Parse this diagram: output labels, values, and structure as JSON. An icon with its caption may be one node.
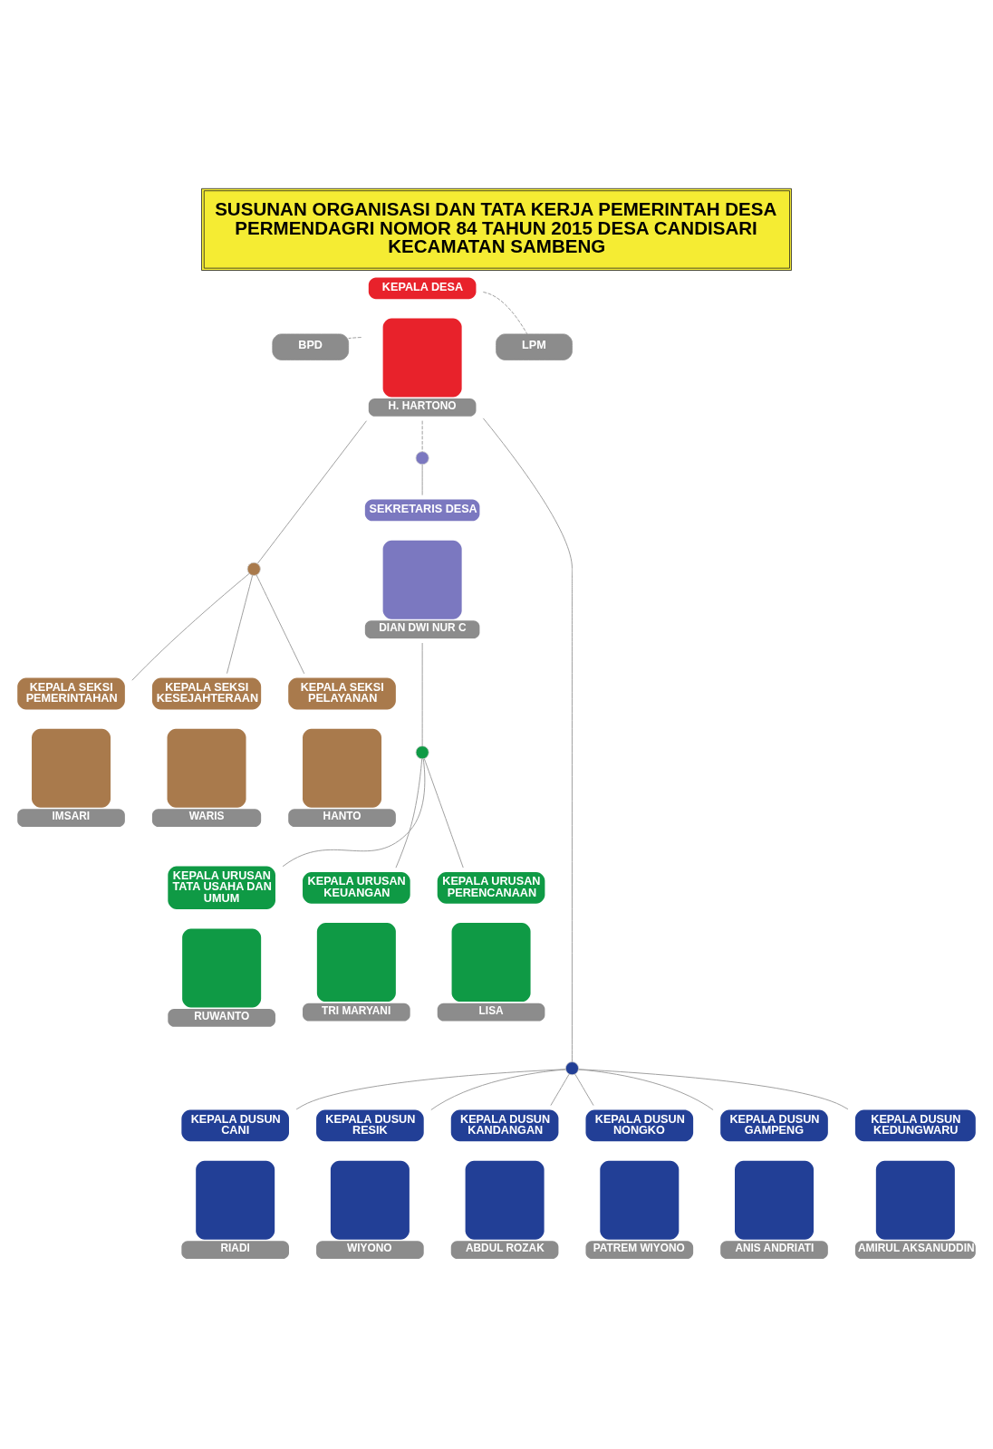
{
  "diagram": {
    "title": "SUSUNAN ORGANISASI DAN TATA KERJA PEMERINTAH DESA PERMENDAGRI NOMOR 84 TAHUN 2015 DESA CANDISARI KECAMATAN SAMBENG",
    "nodes": [
      {
        "text": [
          "BPD"
        ]
      },
      {
        "text": [
          "KEPALA DESA",
          "H. HARTONO"
        ]
      },
      {
        "text": [
          "LPM"
        ]
      },
      {
        "text": [],
        "shape": "circle"
      },
      {
        "text": [
          "SEKRETARIS DESA",
          "DIAN DWI NUR C"
        ]
      },
      {
        "text": [],
        "shape": "circle"
      },
      {
        "text": [
          "KEPALA SEKSI PEMERINTAHAN",
          "IMSARI"
        ]
      },
      {
        "text": [
          "KEPALA SEKSI KESEJAHTERAAN",
          "WARIS"
        ]
      },
      {
        "text": [
          "KEPALA SEKSI PELAYANAN",
          "HANTO"
        ]
      },
      {
        "text": [],
        "shape": "circle"
      },
      {
        "text": [
          "KEPALA URUSAN TATA USAHA DAN UMUM",
          "RUWANTO"
        ]
      },
      {
        "text": [
          "KEPALA URUSAN KEUANGAN",
          "TRI MARYANI"
        ]
      },
      {
        "text": [
          "KEPALA URUSAN PERENCANAAN",
          "LISA"
        ]
      },
      {
        "text": [],
        "shape": "circle"
      },
      {
        "text": [
          "KEPALA DUSUN CANI",
          "RIADI"
        ]
      },
      {
        "text": [
          "KEPALA DUSUN RESIK",
          "WIYONO"
        ]
      },
      {
        "text": [
          "KEPALA DUSUN KANDANGAN",
          "ABDUL ROZAK"
        ]
      },
      {
        "text": [
          "KEPALA DUSUN NONGKO",
          "PATREM WIYONO"
        ]
      },
      {
        "text": [
          "KEPALA DUSUN GAMPENG",
          "ANIS ANDRIATI"
        ]
      },
      {
        "text": [
          "KEPALA DUSUN KEDUNGWARU",
          "AMIRUL AKSANUDDIN"
        ]
      }
    ],
    "edges": [
      {
        "from": 1,
        "to": 0,
        "arrow": "none",
        "style": "dashed"
      },
      {
        "from": 1,
        "to": 2,
        "arrow": "none",
        "style": "dashed"
      },
      {
        "from": 1,
        "to": 3,
        "arrow": "none",
        "style": "dashed"
      },
      {
        "from": 3,
        "to": 4,
        "arrow": "none"
      },
      {
        "from": 1,
        "to": 5,
        "arrow": "none"
      },
      {
        "from": 5,
        "to": 6,
        "arrow": "none"
      },
      {
        "from": 5,
        "to": 7,
        "arrow": "none"
      },
      {
        "from": 5,
        "to": 8,
        "arrow": "none"
      },
      {
        "from": 4,
        "to": 9,
        "arrow": "none"
      },
      {
        "from": 9,
        "to": 10,
        "arrow": "none"
      },
      {
        "from": 9,
        "to": 11,
        "arrow": "none"
      },
      {
        "from": 9,
        "to": 12,
        "arrow": "none"
      },
      {
        "from": 1,
        "to": 13,
        "arrow": "none"
      },
      {
        "from": 13,
        "to": 14,
        "arrow": "none"
      },
      {
        "from": 13,
        "to": 15,
        "arrow": "none"
      },
      {
        "from": 13,
        "to": 16,
        "arrow": "none"
      },
      {
        "from": 13,
        "to": 17,
        "arrow": "none"
      },
      {
        "from": 13,
        "to": 18,
        "arrow": "none"
      },
      {
        "from": 13,
        "to": 19,
        "arrow": "none"
      }
    ]
  }
}
